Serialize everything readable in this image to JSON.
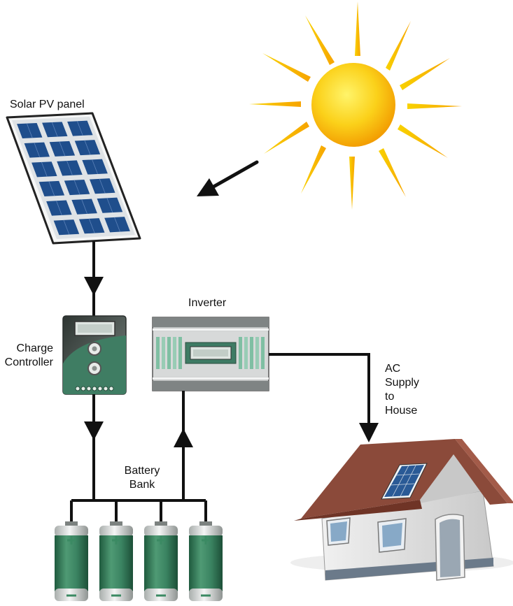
{
  "diagram": {
    "labels": {
      "solar_panel": "Solar PV panel",
      "inverter": "Inverter",
      "charge_controller_line1": "Charge",
      "charge_controller_line2": "Controller",
      "battery_bank_line1": "Battery",
      "battery_bank_line2": "Bank",
      "ac_supply_line1": "AC",
      "ac_supply_line2": "Supply",
      "ac_supply_line3": "to",
      "ac_supply_line4": "House"
    },
    "battery_count": 4,
    "colors": {
      "sun_core": "#f7b500",
      "sun_ray": "#f5c000",
      "panel_cell": "#1f4e8c",
      "controller": "#3f7d63",
      "inverter_body": "#c9cbcb",
      "battery": "#2f7a55",
      "roof": "#8b4a3a",
      "house_wall": "#dadada",
      "wire": "#111111"
    }
  }
}
